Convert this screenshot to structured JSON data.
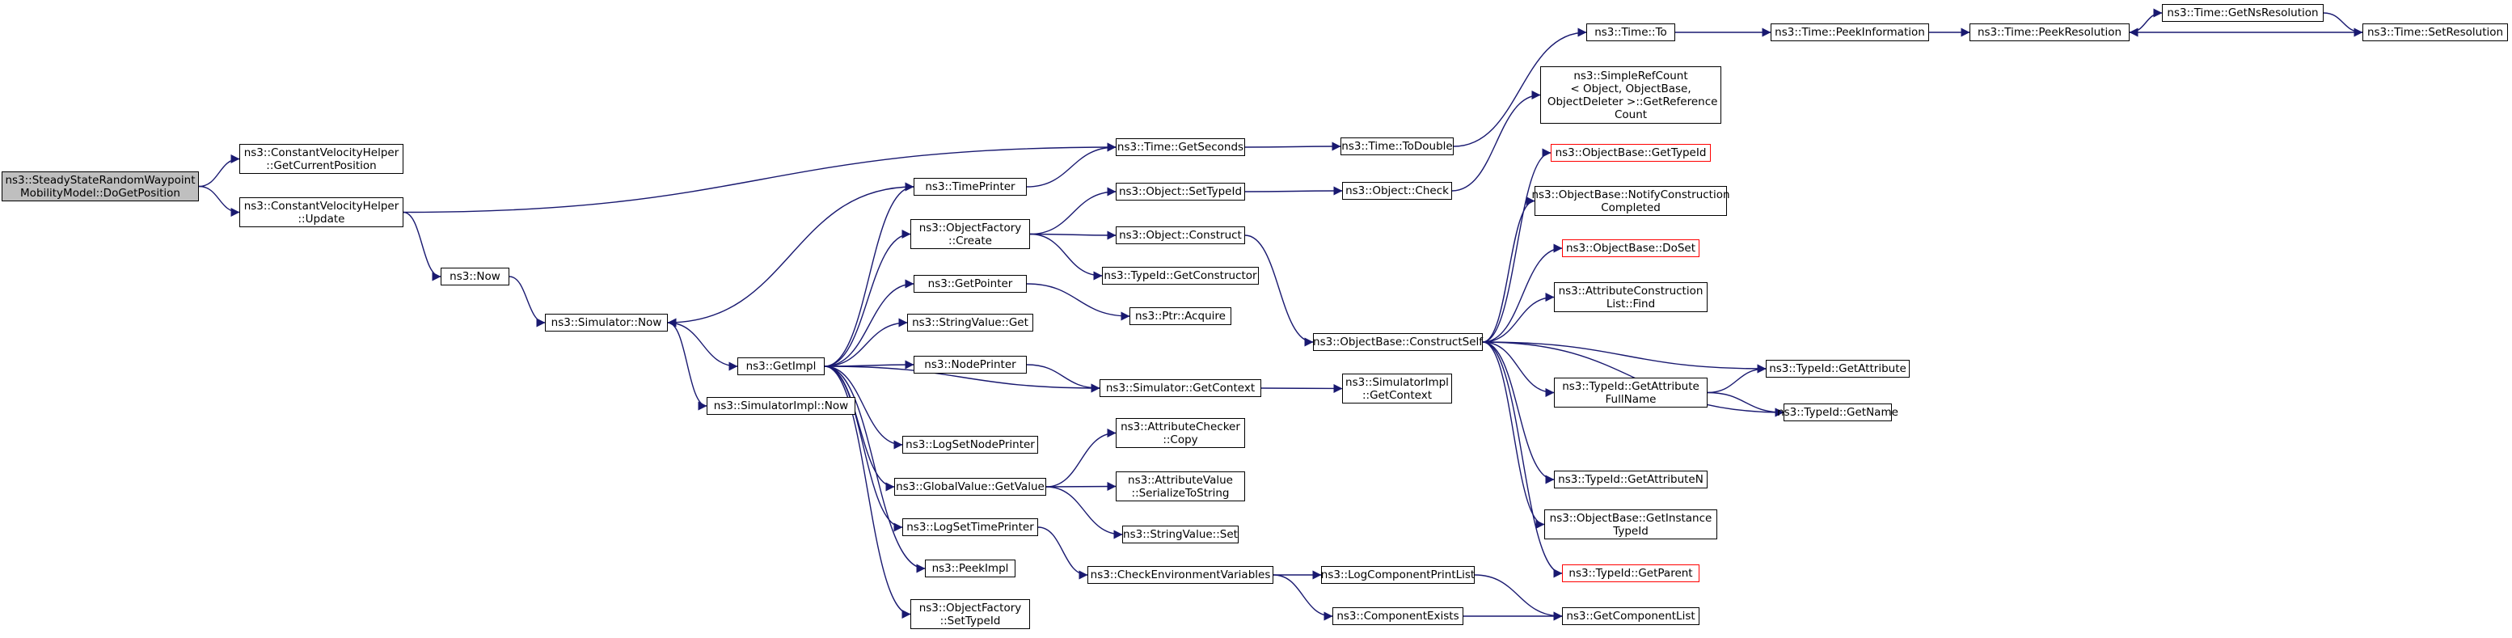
{
  "graph": {
    "colors": {
      "edge": "#191970",
      "node_border": "#000000",
      "truncated_border": "#ff0000",
      "root_fill": "#bfbfbf"
    },
    "nodes": {
      "dogetposition": "ns3::SteadyStateRandomWaypoint\nMobilityModel::DoGetPosition",
      "cvh_getcurrentposition": "ns3::ConstantVelocityHelper\n::GetCurrentPosition",
      "cvh_update": "ns3::ConstantVelocityHelper\n::Update",
      "now": "ns3::Now",
      "simulator_now": "ns3::Simulator::Now",
      "getimpl": "ns3::GetImpl",
      "simulatorimpl_now": "ns3::SimulatorImpl::Now",
      "timeprinter": "ns3::TimePrinter",
      "objectfactory_create": "ns3::ObjectFactory\n::Create",
      "getpointer": "ns3::GetPointer",
      "stringvalue_get": "ns3::StringValue::Get",
      "nodeprinter": "ns3::NodePrinter",
      "logsetnodeprinter": "ns3::LogSetNodePrinter",
      "globalvalue_getvalue": "ns3::GlobalValue::GetValue",
      "logsettimeprinter": "ns3::LogSetTimePrinter",
      "peekimpl": "ns3::PeekImpl",
      "objectfactory_settypeid": "ns3::ObjectFactory\n::SetTypeId",
      "time_getseconds": "ns3::Time::GetSeconds",
      "object_settypeid": "ns3::Object::SetTypeId",
      "object_construct": "ns3::Object::Construct",
      "typeid_getconstructor": "ns3::TypeId::GetConstructor",
      "ptr_acquire": "ns3::Ptr::Acquire",
      "simulator_getcontext": "ns3::Simulator::GetContext",
      "attributechecker_copy": "ns3::AttributeChecker\n::Copy",
      "attributevalue_serializetostring": "ns3::AttributeValue\n::SerializeToString",
      "stringvalue_set": "ns3::StringValue::Set",
      "checkenvironmentvariables": "ns3::CheckEnvironmentVariables",
      "time_todouble": "ns3::Time::ToDouble",
      "object_check": "ns3::Object::Check",
      "objectbase_constructself": "ns3::ObjectBase::ConstructSelf",
      "simulatorimpl_getcontext": "ns3::SimulatorImpl\n::GetContext",
      "logcomponentprintlist": "ns3::LogComponentPrintList",
      "componentexists": "ns3::ComponentExists",
      "time_to": "ns3::Time::To",
      "simplerefcount_getreferencecount": "ns3::SimpleRefCount\n< Object, ObjectBase,\n ObjectDeleter >::GetReference\nCount",
      "objectbase_gettypeid": "ns3::ObjectBase::GetTypeId",
      "objectbase_notifyconstructioncompleted": "ns3::ObjectBase::NotifyConstruction\nCompleted",
      "objectbase_doset": "ns3::ObjectBase::DoSet",
      "attributeconstructionlist_find": "ns3::AttributeConstruction\nList::Find",
      "typeid_getattributefullname": "ns3::TypeId::GetAttribute\nFullName",
      "typeid_getattributen": "ns3::TypeId::GetAttributeN",
      "objectbase_getinstancetypeid": "ns3::ObjectBase::GetInstance\nTypeId",
      "typeid_getparent": "ns3::TypeId::GetParent",
      "getcomponentlist": "ns3::GetComponentList",
      "time_peekinformation": "ns3::Time::PeekInformation",
      "typeid_getattribute": "ns3::TypeId::GetAttribute",
      "typeid_getname": "ns3::TypeId::GetName",
      "time_peekresolution": "ns3::Time::PeekResolution",
      "time_getnsresolution": "ns3::Time::GetNsResolution",
      "time_setresolution": "ns3::Time::SetResolution"
    }
  }
}
